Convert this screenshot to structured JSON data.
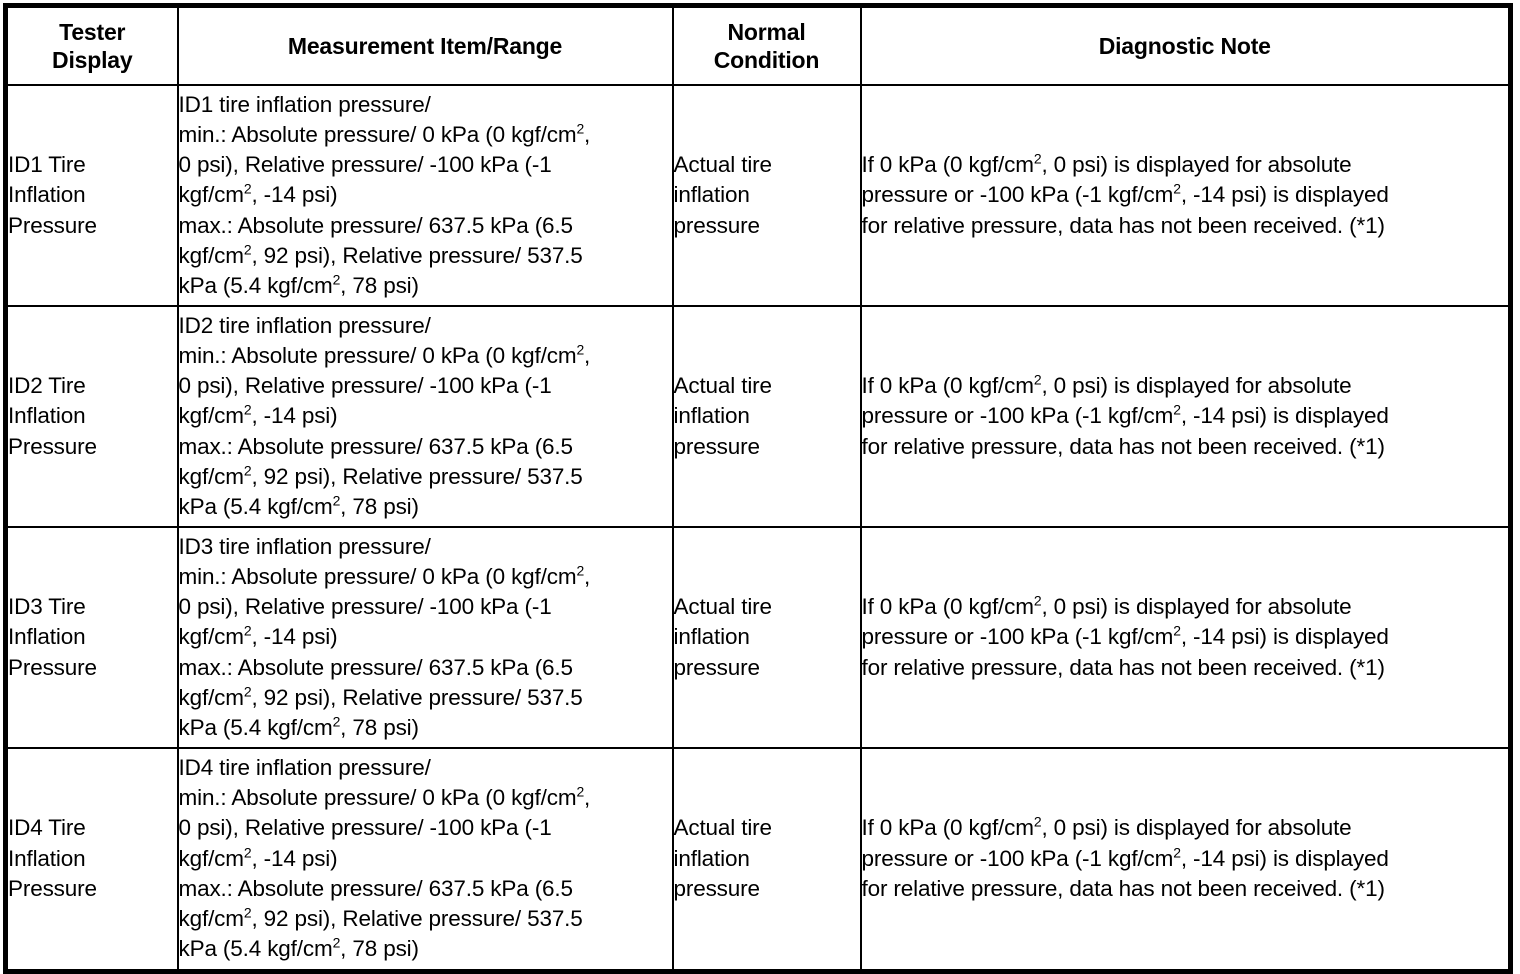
{
  "table": {
    "columns": [
      {
        "key": "tester_display",
        "label": "Tester\nDisplay"
      },
      {
        "key": "measurement",
        "label": "Measurement Item/Range"
      },
      {
        "key": "normal_condition",
        "label": "Normal\nCondition"
      },
      {
        "key": "diagnostic_note",
        "label": "Diagnostic Note"
      }
    ],
    "rows": [
      {
        "tester_display": "ID1 Tire\nInflation\nPressure",
        "measurement": {
          "line1": "ID1 tire inflation pressure/",
          "line2_a": "min.: Absolute pressure/ 0 kPa (0 kgf/cm",
          "line2_sup": "2",
          "line2_b": ",",
          "line3_a": "0 psi), Relative pressure/ -100 kPa (-1",
          "line4_a": "kgf/cm",
          "line4_sup": "2",
          "line4_b": ", -14 psi)",
          "line5_a": "max.: Absolute pressure/ 637.5 kPa (6.5",
          "line6_a": "kgf/cm",
          "line6_sup": "2",
          "line6_b": ", 92 psi), Relative pressure/ 537.5",
          "line7_a": "kPa (5.4 kgf/cm",
          "line7_sup": "2",
          "line7_b": ", 78 psi)"
        },
        "normal_condition": "Actual tire\ninflation\npressure",
        "diagnostic_note": {
          "l1_a": "If 0 kPa (0 kgf/cm",
          "l1_sup": "2",
          "l1_b": ", 0 psi) is displayed for absolute",
          "l2_a": "pressure or -100 kPa (-1 kgf/cm",
          "l2_sup": "2",
          "l2_b": ", -14 psi) is displayed",
          "l3": "for relative pressure, data has not been received. (*1)"
        }
      },
      {
        "tester_display": "ID2 Tire\nInflation\nPressure",
        "measurement": {
          "line1": "ID2 tire inflation pressure/",
          "line2_a": "min.: Absolute pressure/ 0 kPa (0 kgf/cm",
          "line2_sup": "2",
          "line2_b": ",",
          "line3_a": "0 psi), Relative pressure/ -100 kPa (-1",
          "line4_a": "kgf/cm",
          "line4_sup": "2",
          "line4_b": ", -14 psi)",
          "line5_a": "max.: Absolute pressure/ 637.5 kPa (6.5",
          "line6_a": "kgf/cm",
          "line6_sup": "2",
          "line6_b": ", 92 psi), Relative pressure/ 537.5",
          "line7_a": "kPa (5.4 kgf/cm",
          "line7_sup": "2",
          "line7_b": ", 78 psi)"
        },
        "normal_condition": "Actual tire\ninflation\npressure",
        "diagnostic_note": {
          "l1_a": "If 0 kPa (0 kgf/cm",
          "l1_sup": "2",
          "l1_b": ", 0 psi) is displayed for absolute",
          "l2_a": "pressure or -100 kPa (-1 kgf/cm",
          "l2_sup": "2",
          "l2_b": ", -14 psi) is displayed",
          "l3": "for relative pressure, data has not been received. (*1)"
        }
      },
      {
        "tester_display": "ID3 Tire\nInflation\nPressure",
        "measurement": {
          "line1": "ID3 tire inflation pressure/",
          "line2_a": "min.: Absolute pressure/ 0 kPa (0 kgf/cm",
          "line2_sup": "2",
          "line2_b": ",",
          "line3_a": "0 psi), Relative pressure/ -100 kPa (-1",
          "line4_a": "kgf/cm",
          "line4_sup": "2",
          "line4_b": ", -14 psi)",
          "line5_a": "max.: Absolute pressure/ 637.5 kPa (6.5",
          "line6_a": "kgf/cm",
          "line6_sup": "2",
          "line6_b": ", 92 psi), Relative pressure/ 537.5",
          "line7_a": "kPa (5.4 kgf/cm",
          "line7_sup": "2",
          "line7_b": ", 78 psi)"
        },
        "normal_condition": "Actual tire\ninflation\npressure",
        "diagnostic_note": {
          "l1_a": "If 0 kPa (0 kgf/cm",
          "l1_sup": "2",
          "l1_b": ", 0 psi) is displayed for absolute",
          "l2_a": "pressure or -100 kPa (-1 kgf/cm",
          "l2_sup": "2",
          "l2_b": ", -14 psi) is displayed",
          "l3": "for relative pressure, data has not been received. (*1)"
        }
      },
      {
        "tester_display": "ID4 Tire\nInflation\nPressure",
        "measurement": {
          "line1": "ID4 tire inflation pressure/",
          "line2_a": "min.: Absolute pressure/ 0 kPa (0 kgf/cm",
          "line2_sup": "2",
          "line2_b": ",",
          "line3_a": "0 psi), Relative pressure/ -100 kPa (-1",
          "line4_a": "kgf/cm",
          "line4_sup": "2",
          "line4_b": ", -14 psi)",
          "line5_a": "max.: Absolute pressure/ 637.5 kPa (6.5",
          "line6_a": "kgf/cm",
          "line6_sup": "2",
          "line6_b": ", 92 psi), Relative pressure/ 537.5",
          "line7_a": "kPa (5.4 kgf/cm",
          "line7_sup": "2",
          "line7_b": ", 78 psi)"
        },
        "normal_condition": "Actual tire\ninflation\npressure",
        "diagnostic_note": {
          "l1_a": "If 0 kPa (0 kgf/cm",
          "l1_sup": "2",
          "l1_b": ", 0 psi) is displayed for absolute",
          "l2_a": "pressure or -100 kPa (-1 kgf/cm",
          "l2_sup": "2",
          "l2_b": ", -14 psi) is displayed",
          "l3": "for relative pressure, data has not been received. (*1)"
        }
      }
    ]
  },
  "colors": {
    "border": "#000000",
    "text": "#000000",
    "background": "#ffffff"
  }
}
